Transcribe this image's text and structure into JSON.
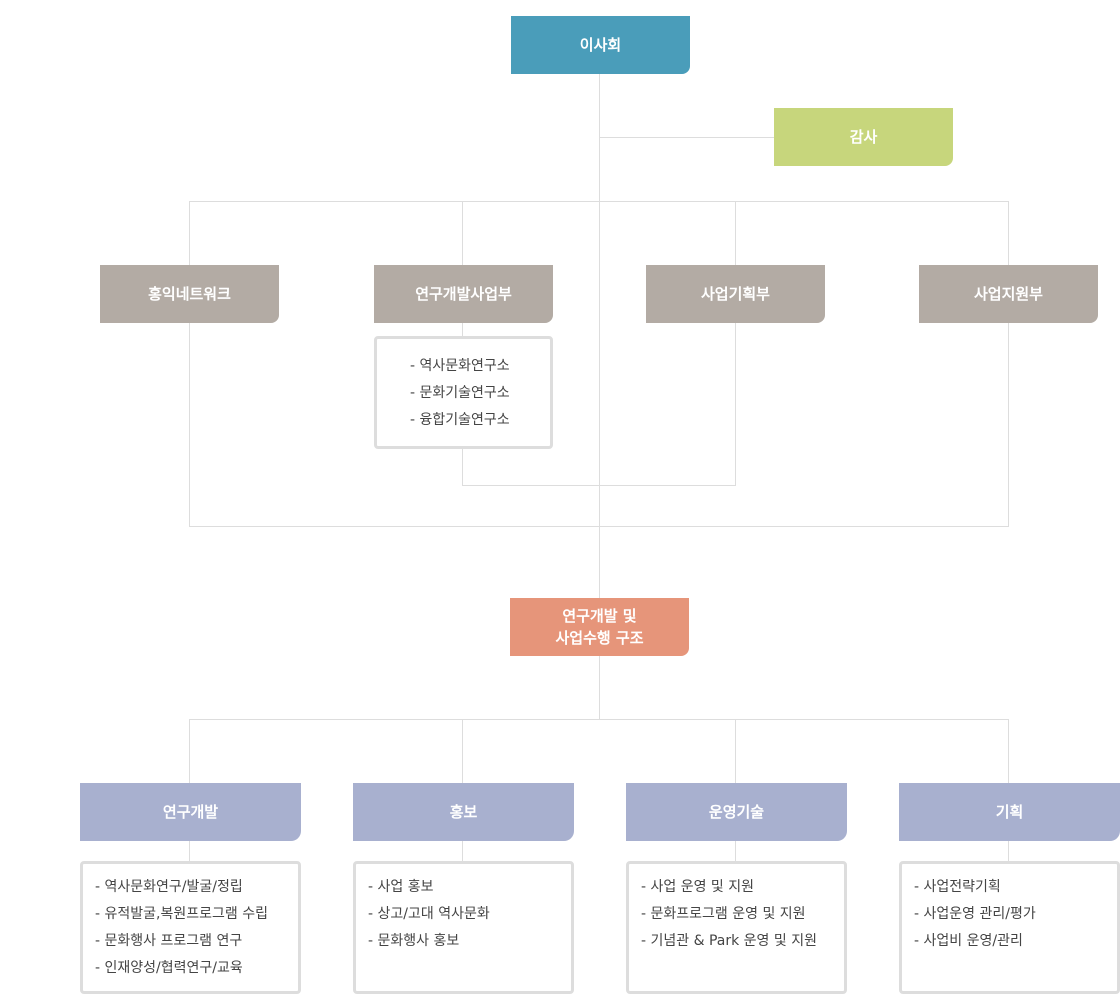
{
  "colors": {
    "board": "#4a9dba",
    "audit": "#c7d67c",
    "dept": "#b3aba4",
    "center": "#e6957a",
    "function": "#a8b0cf",
    "line": "#dddddd"
  },
  "board": {
    "label": "이사회"
  },
  "audit": {
    "label": "감사"
  },
  "departments": [
    {
      "label": "홍익네트워크"
    },
    {
      "label": "연구개발사업부"
    },
    {
      "label": "사업기획부"
    },
    {
      "label": "사업지원부"
    }
  ],
  "institutes": [
    "- 역사문화연구소",
    "- 문화기술연구소",
    "- 융합기술연구소"
  ],
  "center": {
    "line1": "연구개발 및",
    "line2": "사업수행 구조"
  },
  "functions": [
    {
      "label": "연구개발",
      "items": [
        "- 역사문화연구/발굴/정립",
        "- 유적발굴,복원프로그램 수립",
        "- 문화행사 프로그램 연구",
        "- 인재양성/협력연구/교육"
      ]
    },
    {
      "label": "홍보",
      "items": [
        "- 사업 홍보",
        "- 상고/고대 역사문화",
        "- 문화행사 홍보"
      ]
    },
    {
      "label": "운영기술",
      "items": [
        "- 사업 운영 및 지원",
        "- 문화프로그램 운영 및 지원",
        "- 기념관 & Park 운영 및 지원"
      ]
    },
    {
      "label": "기획",
      "items": [
        "- 사업전략기획",
        "- 사업운영 관리/평가",
        "- 사업비 운영/관리"
      ]
    }
  ]
}
